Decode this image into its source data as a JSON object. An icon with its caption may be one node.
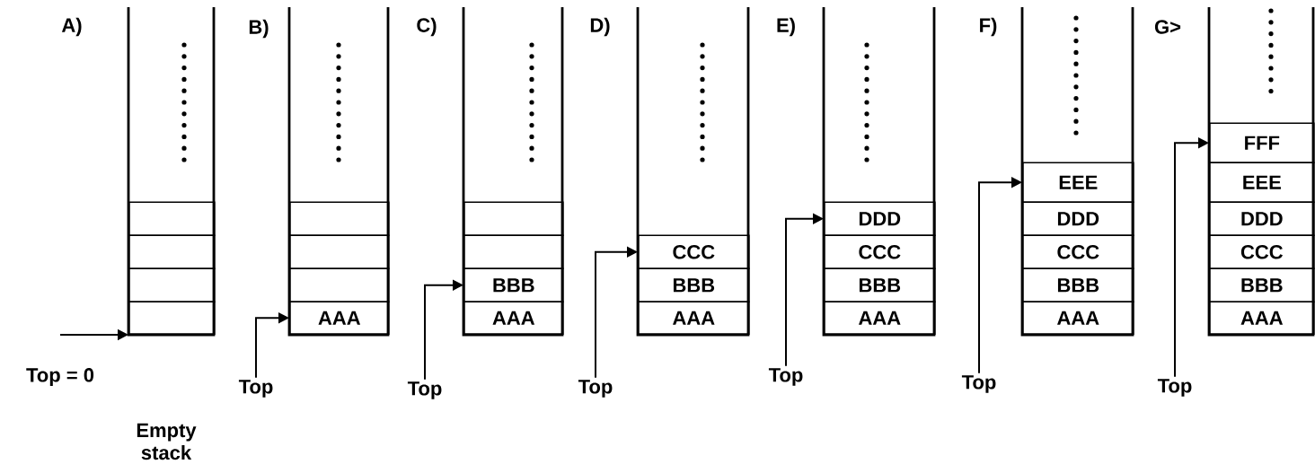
{
  "diagram": {
    "nodes": [
      {
        "text": [],
        "shape": "box"
      },
      {
        "text": [],
        "shape": "box",
        "in": 0
      },
      {
        "text": [],
        "shape": "box",
        "in": 0
      },
      {
        "text": [],
        "shape": "box",
        "in": 0
      },
      {
        "text": [],
        "shape": "box",
        "in": 0
      },
      {
        "text": [
          "Top = 0"
        ]
      },
      {
        "text": [],
        "shape": "box"
      },
      {
        "text": [],
        "shape": "box",
        "in": 6
      },
      {
        "text": [],
        "shape": "box",
        "in": 6
      },
      {
        "text": [],
        "shape": "box",
        "in": 6
      },
      {
        "text": [
          "AAA"
        ],
        "in": 6
      },
      {
        "text": [
          "Top"
        ]
      },
      {
        "text": [],
        "shape": "box"
      },
      {
        "text": [],
        "shape": "box",
        "in": 12
      },
      {
        "text": [],
        "shape": "box",
        "in": 12
      },
      {
        "text": [
          "BBB"
        ],
        "in": 12
      },
      {
        "text": [
          "AAA"
        ],
        "in": 12
      },
      {
        "text": [
          "Top"
        ]
      },
      {
        "text": [],
        "shape": "box"
      },
      {
        "text": [
          "CCC"
        ],
        "in": 18
      },
      {
        "text": [
          "BBB"
        ],
        "in": 18
      },
      {
        "text": [
          "AAA"
        ],
        "in": 18
      },
      {
        "text": [
          "Top"
        ]
      },
      {
        "text": [],
        "shape": "box"
      },
      {
        "text": [
          "DDD"
        ],
        "in": 23
      },
      {
        "text": [
          "CCC"
        ],
        "in": 23
      },
      {
        "text": [
          "BBB"
        ],
        "in": 23
      },
      {
        "text": [
          "AAA"
        ],
        "in": 23
      },
      {
        "text": [
          "Top"
        ]
      },
      {
        "text": [],
        "shape": "box"
      },
      {
        "text": [
          "EEE"
        ],
        "in": 29
      },
      {
        "text": [
          "DDD"
        ],
        "in": 29
      },
      {
        "text": [
          "CCC"
        ],
        "in": 29
      },
      {
        "text": [
          "BBB"
        ],
        "in": 29
      },
      {
        "text": [
          "AAA"
        ],
        "in": 29
      },
      {
        "text": [
          "Top"
        ]
      },
      {
        "text": [],
        "shape": "box"
      },
      {
        "text": [
          "FFF"
        ],
        "in": 36
      },
      {
        "text": [
          "EEE"
        ],
        "in": 36
      },
      {
        "text": [
          "DDD"
        ],
        "in": 36
      },
      {
        "text": [
          "CCC"
        ],
        "in": 36
      },
      {
        "text": [
          "BBB"
        ],
        "in": 36
      },
      {
        "text": [
          "AAA"
        ],
        "in": 36
      },
      {
        "text": [
          "Top"
        ]
      }
    ],
    "edges": [
      {
        "from": 5,
        "to": 0,
        "arrow": "to"
      },
      {
        "from": 11,
        "to": 10,
        "arrow": "to"
      },
      {
        "from": 17,
        "to": 15,
        "arrow": "to"
      },
      {
        "from": 22,
        "to": 19,
        "arrow": "to"
      },
      {
        "from": 28,
        "to": 24,
        "arrow": "to"
      },
      {
        "from": 35,
        "to": 30,
        "arrow": "to"
      },
      {
        "from": 43,
        "to": 37,
        "arrow": "to"
      }
    ],
    "labels": [
      "A)",
      "B)",
      "C)",
      "D)",
      "E)",
      "F)",
      "G>",
      "Empty stack"
    ]
  }
}
